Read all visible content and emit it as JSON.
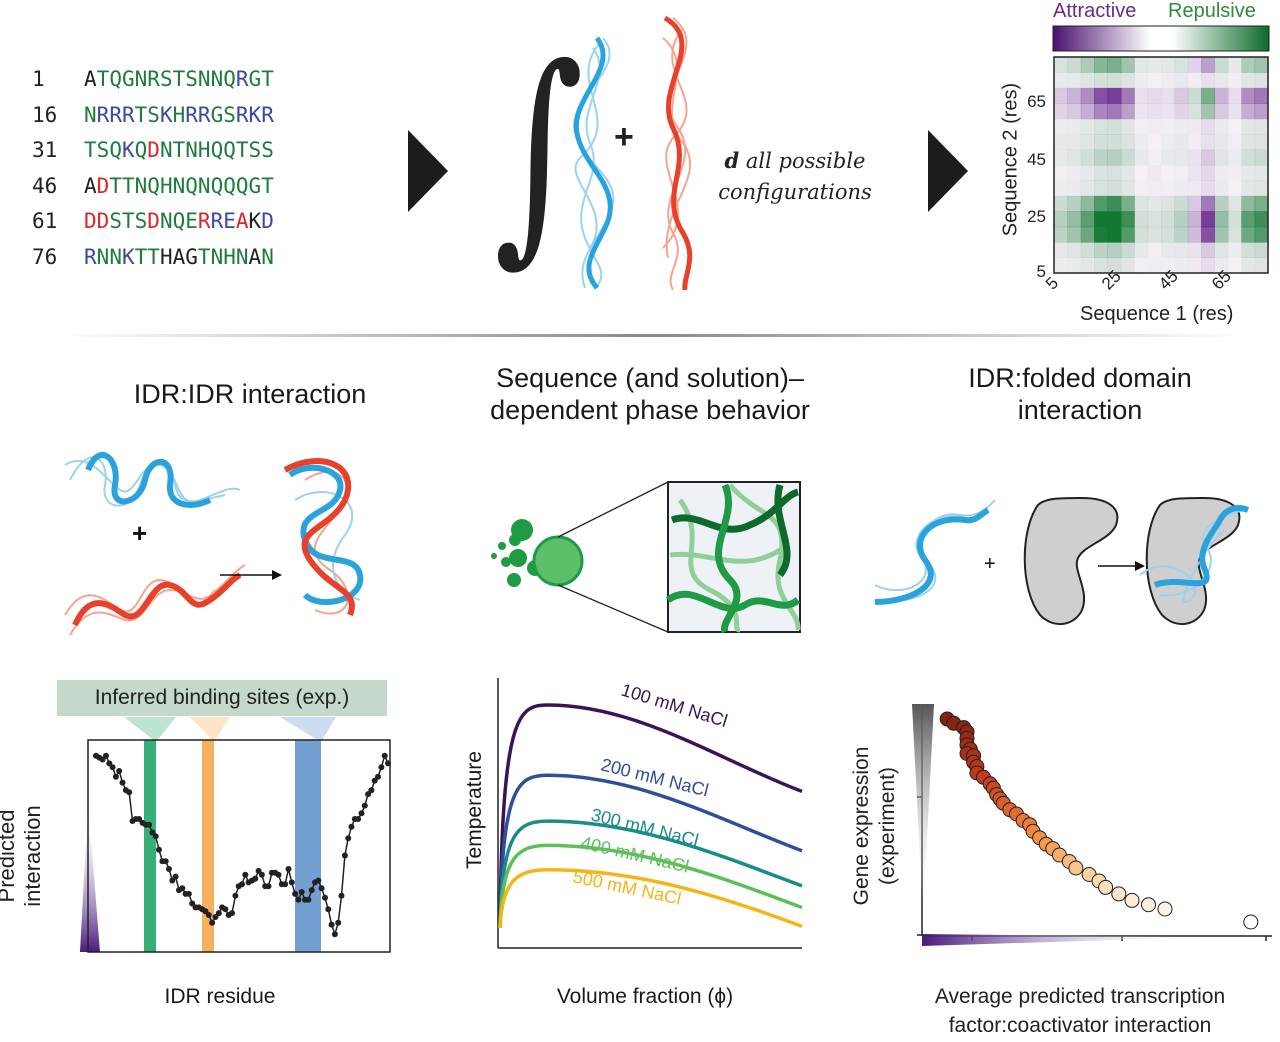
{
  "sequence": {
    "rows": [
      {
        "num": "1",
        "residues": "ATQGNRSTSNNQRGT",
        "colors": "kgggggggggggbgg"
      },
      {
        "num": "16",
        "residues": "NRRRTSKHRRGSRKR",
        "colors": "gbbbggbgbbggbbb"
      },
      {
        "num": "31",
        "residues": "TSQKQDNTNHQQTSS",
        "colors": "gggbgrgggggggggg"
      },
      {
        "num": "46",
        "residues": "ADTTNQHNQNQQQGT",
        "colors": "krgggggggggggggg"
      },
      {
        "num": "61",
        "residues": "DDSTSDNQERREAKD",
        "colors": "rrgggrgggrbbrkbr"
      },
      {
        "num": "76",
        "residues": "RNNKTTHAGTNHNAN",
        "colors": "bggbggkkkggggkg"
      }
    ]
  },
  "integral": {
    "plus": "+",
    "integrand_line1": "d all possible",
    "integrand_line2": "configurations"
  },
  "heatmap": {
    "legend_left": "Attractive",
    "legend_right": "Repulsive",
    "legend_left_color": "#6a2a8c",
    "legend_right_color": "#2e8b3e",
    "xlabel": "Sequence 1 (res)",
    "ylabel": "Sequence 2 (res)",
    "xticks": [
      "5",
      "25",
      "45",
      "65"
    ],
    "yticks": [
      "65",
      "45",
      "25",
      "5"
    ]
  },
  "sections": {
    "left_title": "IDR:IDR interaction",
    "middle_title_line1": "Sequence (and solution)–",
    "middle_title_line2": "dependent phase behavior",
    "right_title_line1": "IDR:folded domain",
    "right_title_line2": "interaction"
  },
  "idr_plot": {
    "banner": "Inferred binding sites (exp.)",
    "xlabel": "IDR residue",
    "ylabel_line1": "Predicted",
    "ylabel_line2": "interaction",
    "site_colors": [
      "#22a66b",
      "#f5a94a",
      "#5b8fc9"
    ],
    "plus": "+",
    "series": [
      0.96,
      0.95,
      0.94,
      0.96,
      0.92,
      0.9,
      0.85,
      0.88,
      0.82,
      0.78,
      0.77,
      0.62,
      0.63,
      0.63,
      0.61,
      0.6,
      0.6,
      0.56,
      0.54,
      0.47,
      0.41,
      0.41,
      0.37,
      0.31,
      0.33,
      0.26,
      0.27,
      0.24,
      0.24,
      0.19,
      0.17,
      0.17,
      0.16,
      0.15,
      0.13,
      0.09,
      0.12,
      0.14,
      0.17,
      0.16,
      0.13,
      0.14,
      0.23,
      0.28,
      0.29,
      0.34,
      0.3,
      0.31,
      0.32,
      0.36,
      0.34,
      0.28,
      0.28,
      0.35,
      0.35,
      0.34,
      0.29,
      0.29,
      0.37,
      0.3,
      0.24,
      0.21,
      0.25,
      0.21,
      0.21,
      0.26,
      0.3,
      0.31,
      0.27,
      0.22,
      0.16,
      0.08,
      0.03,
      0.09,
      0.23,
      0.44,
      0.53,
      0.59,
      0.63,
      0.63,
      0.66,
      0.7,
      0.76,
      0.78,
      0.83,
      0.85,
      0.9,
      0.96,
      0.92
    ]
  },
  "phase_plot": {
    "xlabel": "Volume fraction (ϕ)",
    "ylabel": "Temperature",
    "curves": [
      {
        "label": "100 mM NaCl",
        "color": "#3b1458",
        "peak": 0.9,
        "end": 0.58
      },
      {
        "label": "200 mM NaCl",
        "color": "#2f4f9a",
        "peak": 0.64,
        "end": 0.36
      },
      {
        "label": "300 mM NaCl",
        "color": "#1a8c8a",
        "peak": 0.47,
        "end": 0.23
      },
      {
        "label": "400 mM NaCl",
        "color": "#5cbf5a",
        "peak": 0.38,
        "end": 0.15
      },
      {
        "label": "500 mM NaCl",
        "color": "#f3b616",
        "peak": 0.29,
        "end": 0.08
      }
    ]
  },
  "gene_plot": {
    "xlabel_line1": "Average predicted transcription",
    "xlabel_line2": "factor:coactivator interaction",
    "ylabel_line1": "Gene expression",
    "ylabel_line2": "(experiment)",
    "plus": "+",
    "points": [
      [
        0.04,
        0.94
      ],
      [
        0.06,
        0.92
      ],
      [
        0.09,
        0.9
      ],
      [
        0.1,
        0.88
      ],
      [
        0.1,
        0.85
      ],
      [
        0.1,
        0.82
      ],
      [
        0.11,
        0.8
      ],
      [
        0.1,
        0.78
      ],
      [
        0.12,
        0.77
      ],
      [
        0.12,
        0.74
      ],
      [
        0.13,
        0.72
      ],
      [
        0.13,
        0.69
      ],
      [
        0.15,
        0.67
      ],
      [
        0.17,
        0.64
      ],
      [
        0.18,
        0.62
      ],
      [
        0.19,
        0.59
      ],
      [
        0.2,
        0.57
      ],
      [
        0.21,
        0.55
      ],
      [
        0.23,
        0.52
      ],
      [
        0.25,
        0.5
      ],
      [
        0.27,
        0.47
      ],
      [
        0.29,
        0.45
      ],
      [
        0.3,
        0.42
      ],
      [
        0.32,
        0.39
      ],
      [
        0.34,
        0.36
      ],
      [
        0.36,
        0.34
      ],
      [
        0.38,
        0.31
      ],
      [
        0.41,
        0.28
      ],
      [
        0.43,
        0.25
      ],
      [
        0.47,
        0.22
      ],
      [
        0.5,
        0.19
      ],
      [
        0.52,
        0.16
      ],
      [
        0.56,
        0.13
      ],
      [
        0.6,
        0.1
      ],
      [
        0.65,
        0.08
      ],
      [
        0.7,
        0.06
      ],
      [
        0.96,
        0.0
      ]
    ]
  }
}
